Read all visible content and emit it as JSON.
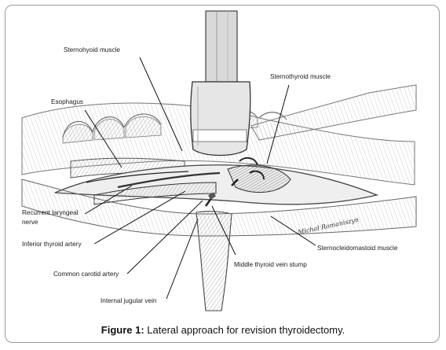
{
  "labels": {
    "sternohyoid": "Sternohyoid muscle",
    "sternothyroid": "Sternothyroid muscle",
    "esophagus": "Esophagus",
    "recurrent_1": "Recurrent laryngeal",
    "recurrent_2": "nerve",
    "inferior_thyroid": "Inferior thyroid artery",
    "common_carotid": "Common carotid artery",
    "internal_jugular": "Internal jugular vein",
    "middle_thyroid": "Middle thyroid vein stump",
    "sternocleidomastoid": "Sternocleidomastoid  muscle"
  },
  "signature": "Michał Romaniszyn",
  "caption": {
    "figure": "Figure 1:",
    "text": " Lateral approach for revision thyroidectomy."
  }
}
